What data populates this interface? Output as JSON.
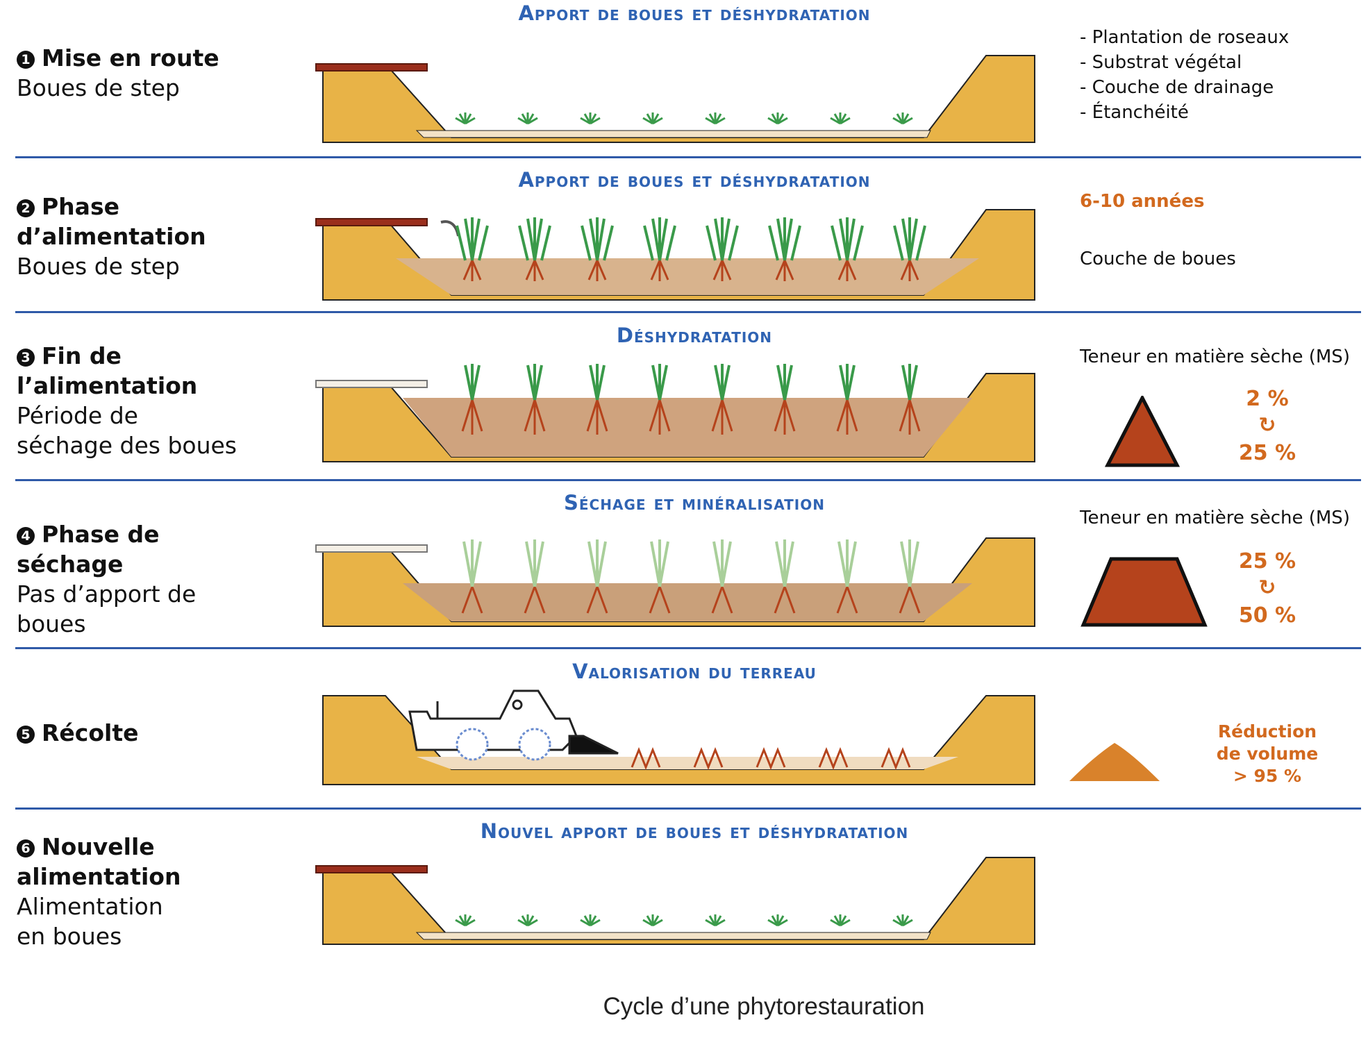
{
  "stages": [
    {
      "number": "1",
      "title": "Mise en route",
      "subtitle": "Boues de step",
      "banner": "Apport de boues et déshydratation"
    },
    {
      "number": "2",
      "title": "Phase d’alimentation",
      "subtitle": "Boues de step",
      "banner": "Apport de boues et déshydratation"
    },
    {
      "number": "3",
      "title": "Fin de l’alimentation",
      "subtitle": "Période de séchage des boues",
      "banner": "Déshydratation"
    },
    {
      "number": "4",
      "title": "Phase de séchage",
      "subtitle": "Pas d’apport de boues",
      "banner": "Séchage et minéralisation"
    },
    {
      "number": "5",
      "title": "Récolte",
      "subtitle": "",
      "banner": "Valorisation du terreau"
    },
    {
      "number": "6",
      "title": "Nouvelle alimentation",
      "subtitle": "Alimentation en boues",
      "banner": "Nouvel apport de boues et déshydratation"
    }
  ],
  "stage1_layers": [
    "- Plantation de roseaux",
    "- Substrat végétal",
    "- Couche de drainage",
    "- Étanchéité"
  ],
  "stage2_notes": {
    "duration": "6-10 années",
    "layer": "Couche de boues"
  },
  "stage3_notes": {
    "label": "Teneur en matière sèche (MS)",
    "from": "2 %",
    "to": "25 %"
  },
  "stage4_notes": {
    "label": "Teneur en matière sèche (MS)",
    "from": "25 %",
    "to": "50 %"
  },
  "stage5_notes": {
    "line1": "Réduction",
    "line2": "de volume",
    "line3": "> 95  %"
  },
  "caption": "Cycle d’une phytorestauration",
  "colors": {
    "basin": "#e8b347",
    "basin_dark": "#c98d2a",
    "sludge": "#c9a07a",
    "reeds": "#3a9a4a",
    "roots": "#b5431c",
    "accent": "#2f63b3",
    "orange": "#d2691e",
    "pipe": "#9a2e1c"
  }
}
